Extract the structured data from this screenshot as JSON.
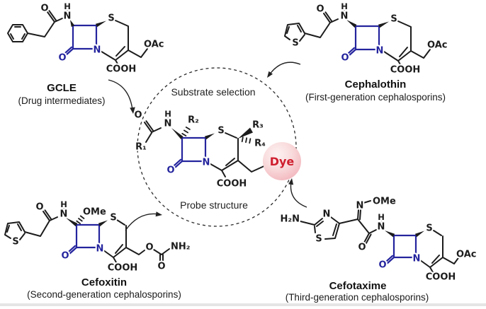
{
  "figure": {
    "center": {
      "substrate_selection": "Substrate selection",
      "probe_structure": "Probe structure",
      "dye": "Dye"
    },
    "compounds": [
      {
        "name": "GCLE",
        "description": "(Drug intermediates)"
      },
      {
        "name": "Cephalothin",
        "description": "(First-generation cephalosporins)"
      },
      {
        "name": "Cefoxitin",
        "description": "(Second-generation cephalosporins)"
      },
      {
        "name": "Cefotaxime",
        "description": "(Third-generation cephalosporins)"
      }
    ],
    "atoms": {
      "O": "O",
      "H": "H",
      "N": "N",
      "S": "S",
      "OAc": "OAc",
      "OMe": "OMe",
      "COOH": "COOH",
      "NH2": "NH₂",
      "H2N": "H₂N",
      "R1": "R₁",
      "R2": "R₂",
      "R3": "R₃",
      "R4": "R₄"
    },
    "colors": {
      "bond_black": "#1c1c1c",
      "lactam_blue": "#24249e",
      "dye_red": "#cf1f2f",
      "dye_ball_light": "#fdf1f1",
      "dye_ball_dark": "#eeadb6"
    }
  }
}
